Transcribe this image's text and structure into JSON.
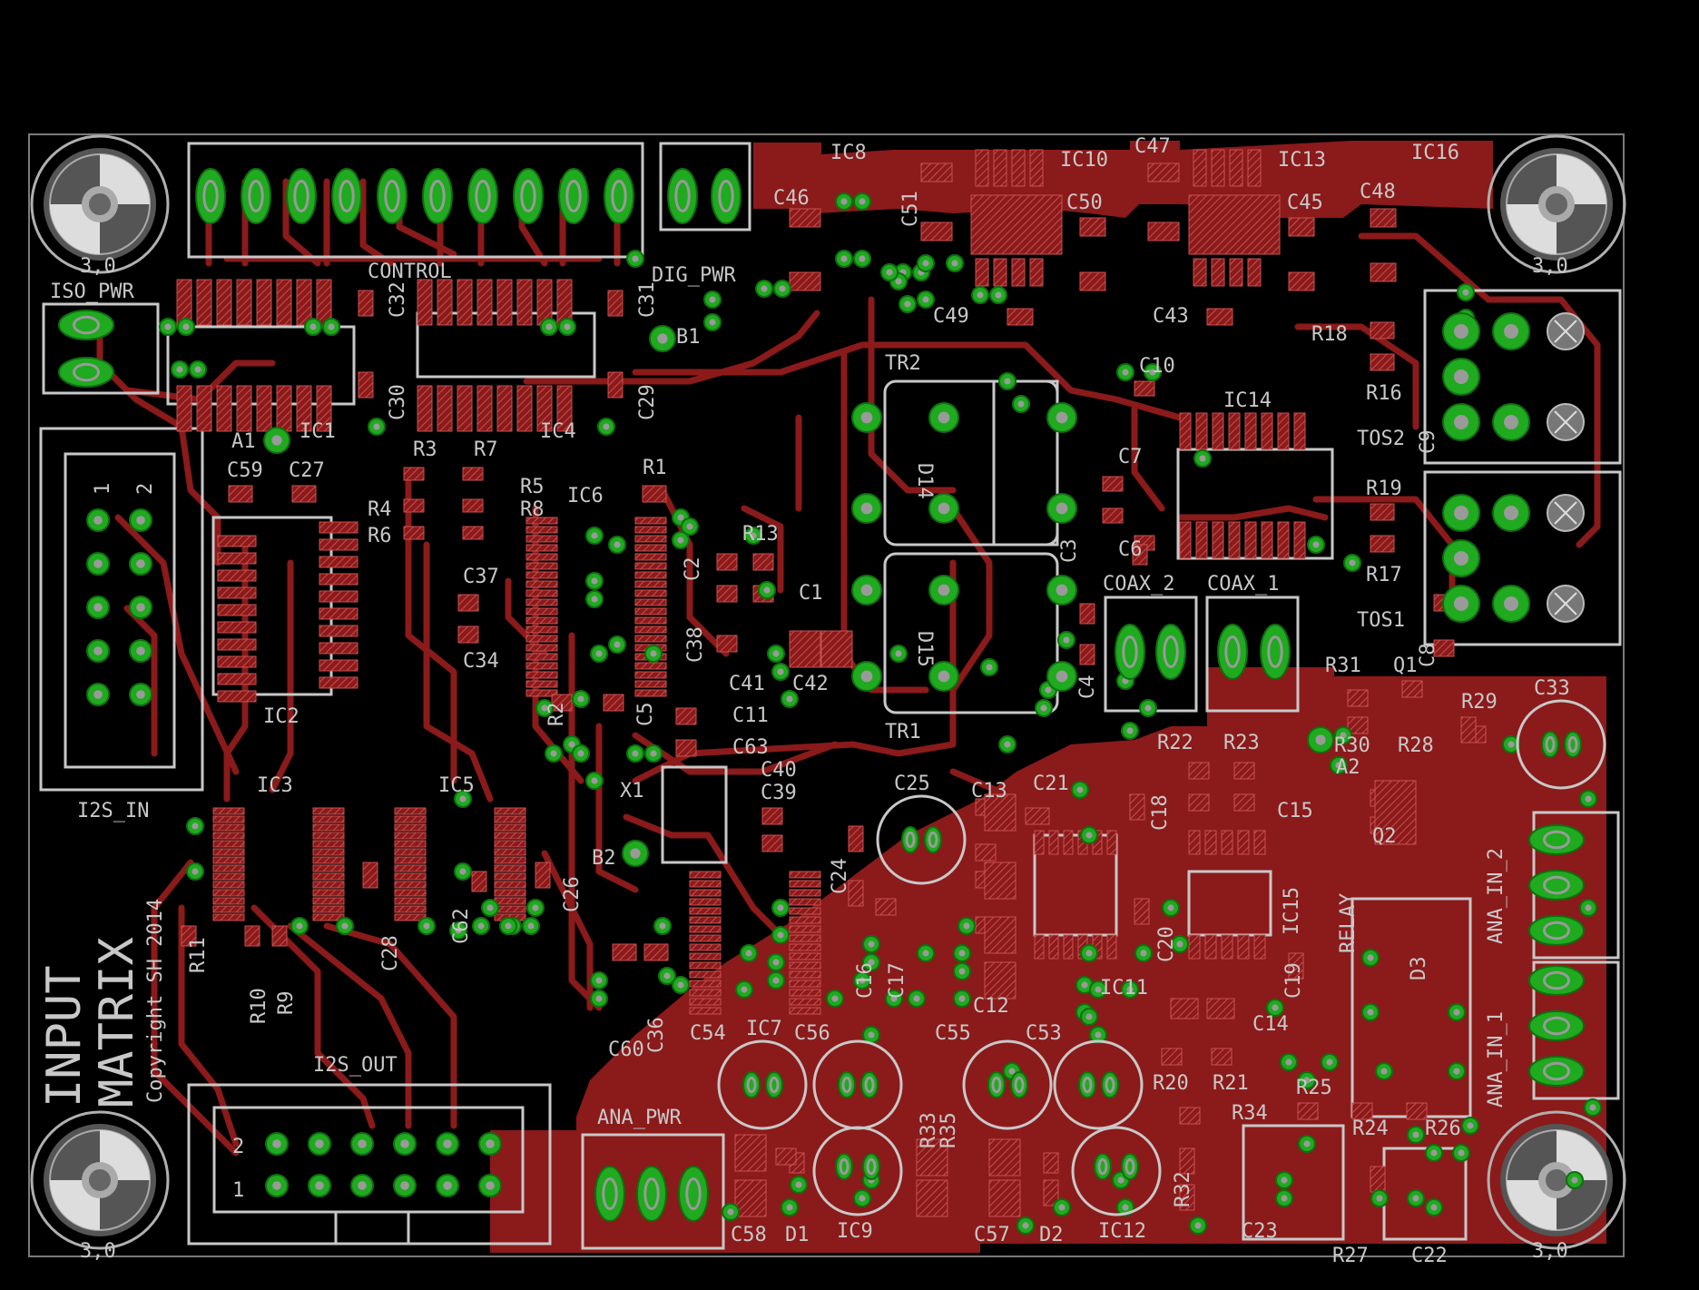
{
  "board": {
    "title_line1": "INPUT",
    "title_line2": "MATRIX",
    "copyright": "Copyright SH 2014",
    "hole_label": "3,0"
  },
  "colors": {
    "background": "#000000",
    "copper": "#8b1a1a",
    "copper_hatch": "#c04040",
    "pad": "#1faa1f",
    "outline": "#c8c8c8",
    "hole_ring": "#b0b0b0"
  },
  "connectors": {
    "control": "CONTROL",
    "dig_pwr": "DIG_PWR",
    "iso_pwr": "ISO_PWR",
    "i2s_in": "I2S_IN",
    "i2s_out": "I2S_OUT",
    "ana_pwr": "ANA_PWR",
    "coax_2": "COAX_2",
    "coax_1": "COAX_1",
    "tos2": "TOS2",
    "tos1": "TOS1",
    "ana_in_2": "ANA_IN_2",
    "ana_in_1": "ANA_IN_1",
    "relay": "RELAY"
  },
  "header_pins": {
    "i2s_in_1": "1",
    "i2s_in_2": "2",
    "i2s_out_2": "2",
    "i2s_out_1": "1"
  },
  "ic_labels": [
    "IC1",
    "IC2",
    "IC3",
    "IC4",
    "IC5",
    "IC6",
    "IC7",
    "IC8",
    "IC9",
    "IC10",
    "IC11",
    "IC12",
    "IC13",
    "IC14",
    "IC15",
    "IC16"
  ],
  "component_labels": {
    "A1": "A1",
    "A2": "A2",
    "B1": "B1",
    "B2": "B2",
    "X1": "X1",
    "TR1": "TR1",
    "TR2": "TR2",
    "Q1": "Q1",
    "Q2": "Q2",
    "D1": "D1",
    "D2": "D2",
    "D3": "D3",
    "R1": "R1",
    "R2": "R2",
    "R3": "R3",
    "R4": "R4",
    "R5": "R5",
    "R6": "R6",
    "R7": "R7",
    "R8": "R8",
    "R9": "R9",
    "R10": "R10",
    "R11": "R11",
    "R13": "R13",
    "R16": "R16",
    "R17": "R17",
    "R18": "R18",
    "R19": "R19",
    "R20": "R20",
    "R21": "R21",
    "R22": "R22",
    "R23": "R23",
    "R24": "R24",
    "R25": "R25",
    "R26": "R26",
    "R27": "R27",
    "R28": "R28",
    "R29": "R29",
    "R30": "R30",
    "R31": "R31",
    "R32": "R32",
    "R33": "R33",
    "R34": "R34",
    "R35": "R35",
    "C1": "C1",
    "C2": "C2",
    "C3": "C3",
    "C4": "C4",
    "C5": "C5",
    "C6": "C6",
    "C7": "C7",
    "C8": "C8",
    "C10": "C10",
    "C11": "C11",
    "C12": "C12",
    "C13": "C13",
    "C14": "C14",
    "C15": "C15",
    "C16": "C16",
    "C17": "C17",
    "C18": "C18",
    "C19": "C19",
    "C20": "C20",
    "C21": "C21",
    "C22": "C22",
    "C23": "C23",
    "C24": "C24",
    "C25": "C25",
    "C26": "C26",
    "C27": "C27",
    "C28": "C28",
    "C29": "C29",
    "C30": "C30",
    "C31": "C31",
    "C32": "C32",
    "C33": "C33",
    "C34": "C34",
    "C36": "C36",
    "C37": "C37",
    "C38": "C38",
    "C39": "C39",
    "C40": "C40",
    "C41": "C41",
    "C42": "C42",
    "C43": "C43",
    "C45": "C45",
    "C46": "C46",
    "C47": "C47",
    "C48": "C48",
    "C49": "C49",
    "C50": "C50",
    "C51": "C51",
    "C53": "C53",
    "C54": "C54",
    "C55": "C55",
    "C56": "C56",
    "C57": "C57",
    "C58": "C58",
    "C59": "C59",
    "C60": "C60",
    "C63": "C63",
    "D14": "D14",
    "D15": "D15",
    "C9": "C9",
    "C62": "C62"
  }
}
